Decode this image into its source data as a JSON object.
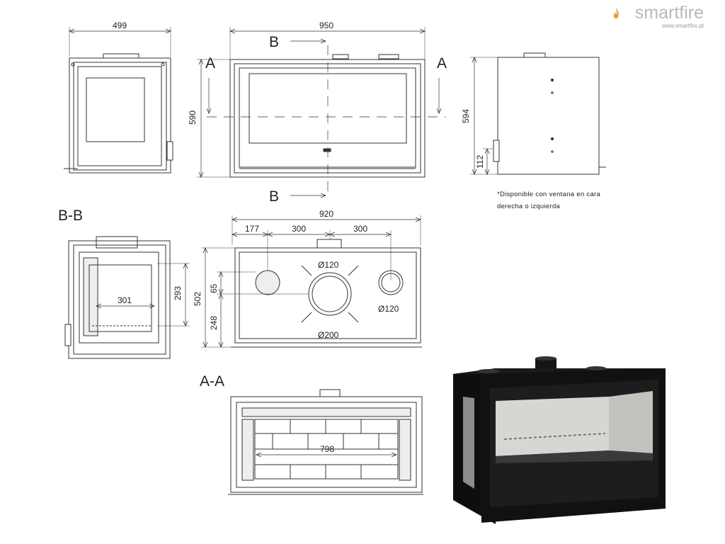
{
  "brand": {
    "name": "smartfire",
    "url": "www.smartfire.pt",
    "color": "#b9b9b9",
    "flame_color": "#e8a040"
  },
  "views": {
    "side_left": {
      "width": "499"
    },
    "front": {
      "width": "950",
      "height": "590",
      "section_b": "B",
      "section_a": "A"
    },
    "side_right": {
      "height": "594",
      "offset": "112"
    },
    "note": {
      "line1": "*Disponible con ventana en cara",
      "line2": "derecha o izquierda"
    },
    "section_bb": {
      "title": "B-B",
      "depth": "301",
      "height": "293"
    },
    "top": {
      "width": "920",
      "d1": "177",
      "d2": "300",
      "d3": "300",
      "height": "502",
      "h1": "65",
      "h2": "248",
      "hole_center": "Ø200",
      "hole_left_top": "Ø120",
      "hole_right": "Ø120"
    },
    "section_aa": {
      "title": "A-A",
      "inner_width": "798"
    }
  },
  "colors": {
    "line": "#333333",
    "fill_light": "#eeeeee",
    "stove_body": "#111111",
    "stove_glass": "#2a2a2a",
    "firebrick": "#d8d6d2"
  }
}
